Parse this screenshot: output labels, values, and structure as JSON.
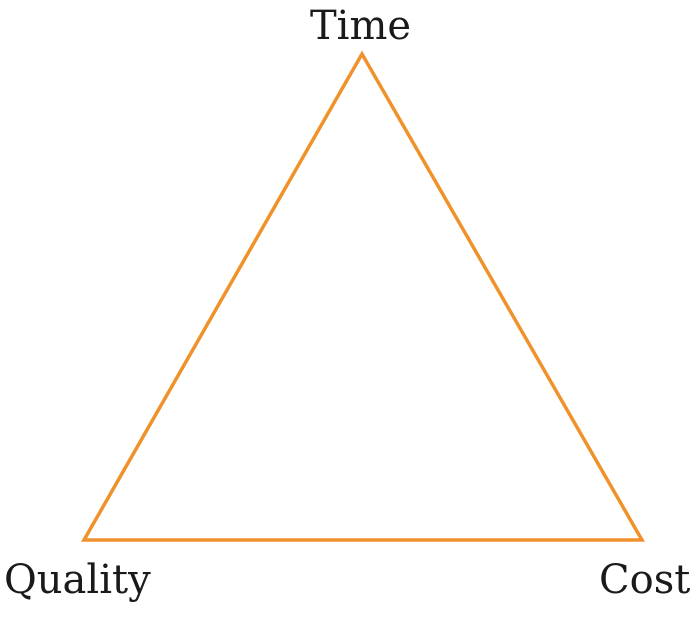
{
  "diagram": {
    "vertices": {
      "top": "Time",
      "bottom_left": "Quality",
      "bottom_right": "Cost"
    },
    "colors": {
      "edge": "#F0922B",
      "text": "#1a1a1a",
      "background": "#ffffff"
    }
  }
}
